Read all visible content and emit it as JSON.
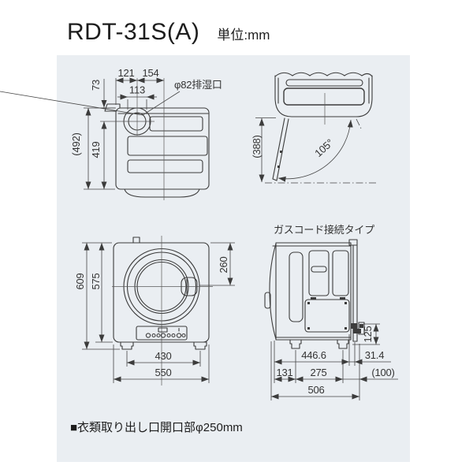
{
  "header": {
    "title": "RDT-31S(A)",
    "unit_label": "単位:mm"
  },
  "note": "■衣類取り出し口開口部φ250mm",
  "colors": {
    "panel_bg": "#eaeef2",
    "line": "#3c3c3c",
    "dim_text": "#333333"
  },
  "views": {
    "top": {
      "exhaust_label": "φ82排湿口",
      "dims": {
        "w1": "121",
        "w2": "154",
        "w3": "113",
        "h1": "73",
        "depth_ref": "(492)",
        "depth": "419"
      }
    },
    "door": {
      "dims": {
        "clearance": "(388)",
        "angle": "105°"
      }
    },
    "front": {
      "dims": {
        "h_total": "609",
        "h_body": "575",
        "handle": "260",
        "feet": "430",
        "width": "550"
      }
    },
    "side": {
      "label": "ガスコード接続タイプ",
      "dims": {
        "gas_depth": "446.6",
        "rear": "31.4",
        "front_foot": "131",
        "feet_span": "275",
        "clearance": "(100)",
        "depth": "506",
        "gas_height": "125"
      }
    }
  }
}
